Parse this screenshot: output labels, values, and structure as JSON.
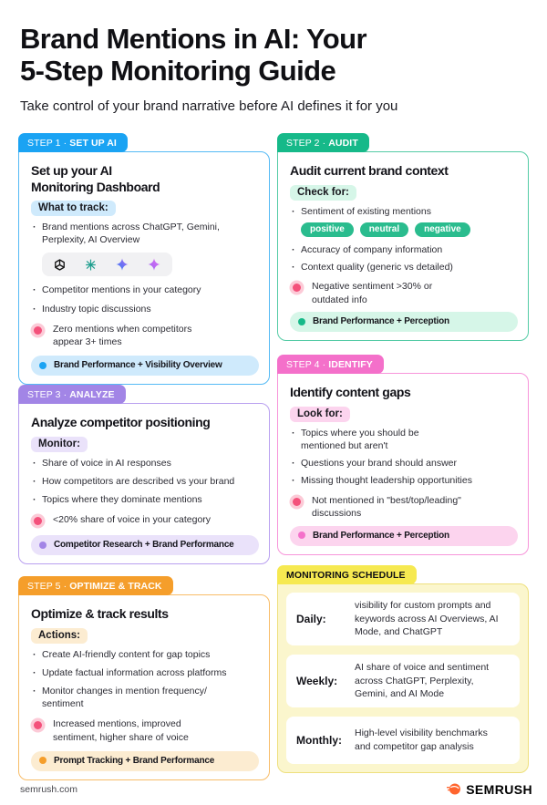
{
  "header": {
    "title": "Brand Mentions in AI: Your\n5-Step Monitoring Guide",
    "subtitle": "Take control of your brand narrative before AI defines it for you"
  },
  "steps": [
    {
      "tab_prefix": "STEP 1 ·",
      "tab_name": "SET UP AI",
      "title": "Set up your AI\nMonitoring Dashboard",
      "label": "What to track:",
      "bullets": [
        "Brand mentions across ChatGPT, Gemini,\nPerplexity, AI Overview",
        "Competitor mentions in your category",
        "Industry topic discussions"
      ],
      "icons": [
        "chatgpt-icon",
        "perplexity-icon",
        "gemini-icon",
        "ai-overview-icon"
      ],
      "alert": "Zero mentions when competitors\nappear 3+ times",
      "tool": "Brand Performance + Visibility Overview",
      "colors": {
        "c": "#1aa3f3",
        "cb": "#55baf5",
        "cl": "#cfeafc"
      }
    },
    {
      "tab_prefix": "STEP 2 ·",
      "tab_name": "AUDIT",
      "title": "Audit current brand context",
      "label": "Check for:",
      "bullets": [
        "Sentiment of existing mentions",
        "Accuracy of company information",
        "Context quality (generic vs detailed)"
      ],
      "sentiments": [
        "positive",
        "neutral",
        "negative"
      ],
      "alert": "Negative sentiment >30% or\noutdated info",
      "tool": "Brand Performance + Perception",
      "colors": {
        "c": "#16b989",
        "cb": "#54cba5",
        "cl": "#d6f6e8"
      }
    },
    {
      "tab_prefix": "STEP 3 ·",
      "tab_name": "ANALYZE",
      "title": "Analyze competitor positioning",
      "label": "Monitor:",
      "bullets": [
        "Share of voice in AI responses",
        "How competitors are described vs your brand",
        "Topics where they dominate mentions"
      ],
      "alert": "<20% share of voice in your category",
      "tool": "Competitor Research + Brand Performance",
      "colors": {
        "c": "#a285e6",
        "cb": "#b9a0f0",
        "cl": "#eae2fa"
      }
    },
    {
      "tab_prefix": "STEP 4 ·",
      "tab_name": "IDENTIFY",
      "title": "Identify content gaps",
      "label": "Look for:",
      "bullets": [
        "Topics where you should be\nmentioned but aren't",
        "Questions your brand should answer",
        "Missing thought leadership opportunities"
      ],
      "alert": "Not mentioned in \"best/top/leading\"\ndiscussions",
      "tool": "Brand Performance + Perception",
      "colors": {
        "c": "#f470ca",
        "cb": "#f795da",
        "cl": "#fcd4ee"
      }
    },
    {
      "tab_prefix": "STEP 5 ·",
      "tab_name": "OPTIMIZE & TRACK",
      "title": "Optimize & track results",
      "label": "Actions:",
      "bullets": [
        "Create AI-friendly content for gap topics",
        "Update factual information across platforms",
        "Monitor changes in mention frequency/\nsentiment"
      ],
      "alert": "Increased mentions, improved\nsentiment, higher share of voice",
      "tool": "Prompt Tracking + Brand Performance",
      "colors": {
        "c": "#f59e2b",
        "cb": "#f8bd68",
        "cl": "#fcecd1"
      }
    }
  ],
  "schedule": {
    "tab": "MONITORING SCHEDULE",
    "tab_color": "#f6e951",
    "rows": [
      {
        "label": "Daily:",
        "text": "visibility for custom prompts and\nkeywords across AI Overviews, AI\nMode, and ChatGPT"
      },
      {
        "label": "Weekly:",
        "text": "AI share of voice and sentiment\nacross ChatGPT, Perplexity,\nGemini, and AI Mode"
      },
      {
        "label": "Monthly:",
        "text": "High-level visibility benchmarks\nand competitor gap analysis"
      }
    ]
  },
  "alert_color": "#f4517b",
  "footer": {
    "site": "semrush.com",
    "brand": "SEMRUSH"
  }
}
